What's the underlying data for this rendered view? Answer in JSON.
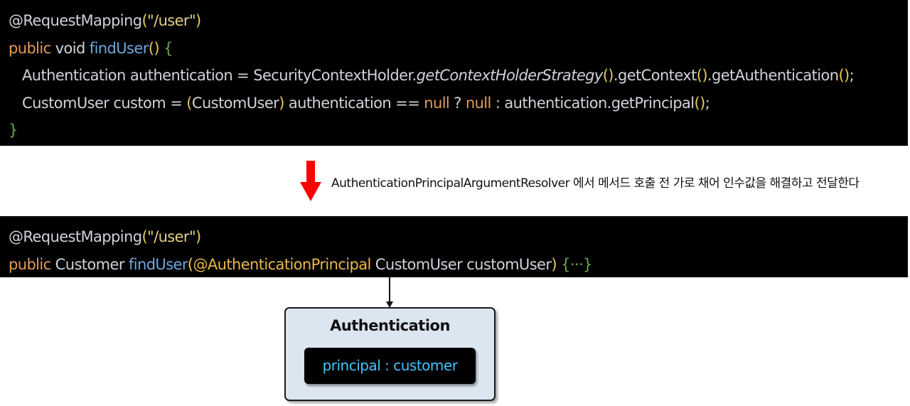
{
  "top_code": {
    "line1": {
      "annotation": "@RequestMapping",
      "open": "(",
      "string": "\"/user\"",
      "close": ")"
    },
    "line2": {
      "kw": "public",
      "type": " void ",
      "fn": "findUser",
      "parens": "()",
      "brace": " {"
    },
    "line3": {
      "type": "Authentication authentication = SecurityContextHolder.",
      "italic": "getContextHolderStrategy",
      "p1": "()",
      "mid": ".getContext",
      "p2": "()",
      "mid2": ".getAuthentication",
      "p3": "()",
      "end": ";"
    },
    "line4": {
      "type": "CustomUser custom = ",
      "cast_open": "(",
      "cast": "CustomUser",
      "cast_close": ")",
      "mid": " authentication == ",
      "null1": "null",
      "q": " ? ",
      "null2": "null",
      "rest": " : authentication.getPrincipal",
      "p": "()",
      "end": ";"
    },
    "line5": {
      "brace": "}"
    }
  },
  "arrow_note": "AuthenticationPrincipalArgumentResolver 에서 메서드  호출 전 가로 채어 인수값을 해결하고 전달한다",
  "bottom_code": {
    "line1": {
      "annotation": "@RequestMapping",
      "open": "(",
      "string": "\"/user\"",
      "close": ")"
    },
    "line2": {
      "kw": "public",
      "type": " Customer ",
      "fn": "findUser",
      "open": "(",
      "annotation": "@AuthenticationPrincipal",
      "param": " CustomUser customUser",
      "close": ")",
      "body": " {···}"
    }
  },
  "auth_box": {
    "title": "Authentication",
    "principal": "principal : customer"
  },
  "colors": {
    "arrow": "#ff0000",
    "principal_text": "#3fc4ff",
    "box_bg": "#dce6f1"
  }
}
